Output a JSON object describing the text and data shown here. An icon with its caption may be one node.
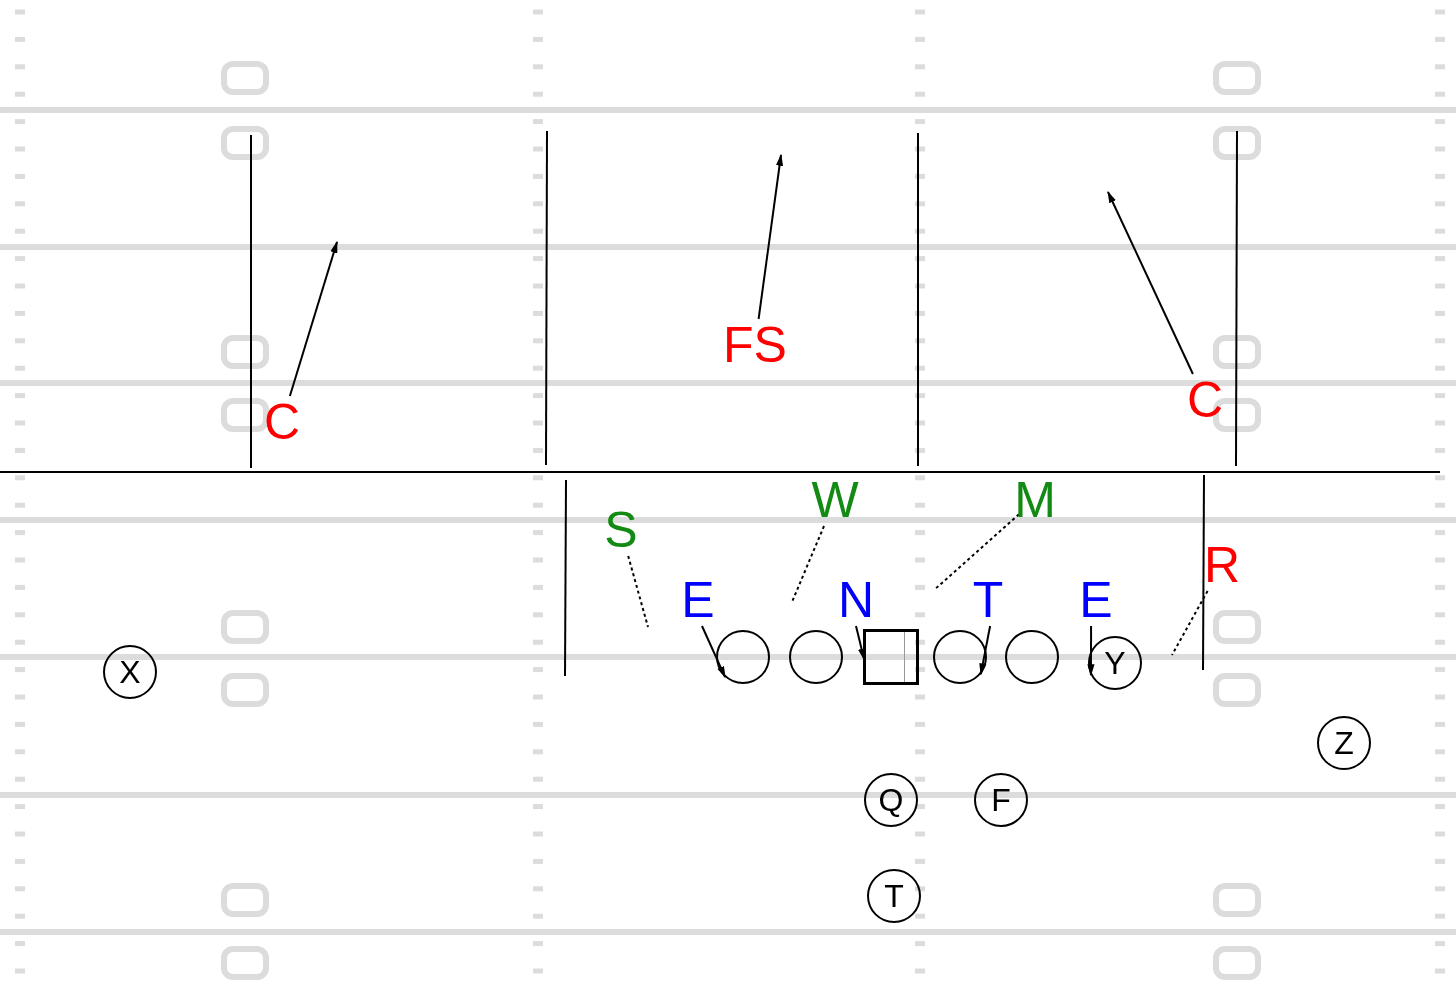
{
  "diagram": {
    "nodes": [
      {
        "text": [
          "C"
        ]
      },
      {
        "text": [
          "FS"
        ]
      },
      {
        "text": [
          "C"
        ]
      },
      {
        "text": [
          "S"
        ]
      },
      {
        "text": [
          "W"
        ]
      },
      {
        "text": [
          "M"
        ]
      },
      {
        "text": [
          "R"
        ]
      },
      {
        "text": [
          "E"
        ]
      },
      {
        "text": [
          "N"
        ]
      },
      {
        "text": [
          "T"
        ]
      },
      {
        "text": [
          "E"
        ]
      },
      {
        "text": [
          "X"
        ]
      },
      {
        "text": [],
        "shape": "circle"
      },
      {
        "text": [],
        "shape": "circle"
      },
      {
        "text": [],
        "shape": "box"
      },
      {
        "text": [],
        "shape": "circle"
      },
      {
        "text": [],
        "shape": "circle"
      },
      {
        "text": [
          "Y"
        ]
      },
      {
        "text": [
          "Z"
        ]
      },
      {
        "text": [
          "Q"
        ]
      },
      {
        "text": [
          "F"
        ]
      },
      {
        "text": [
          "T"
        ]
      }
    ],
    "edges": [
      {
        "from": 0,
        "to": null,
        "arrow": "to"
      },
      {
        "from": 1,
        "to": null,
        "arrow": "to"
      },
      {
        "from": 2,
        "to": null,
        "arrow": "to"
      },
      {
        "from": 3,
        "to": null,
        "arrow": "none",
        "style": "dashed"
      },
      {
        "from": 4,
        "to": null,
        "arrow": "none",
        "style": "dashed"
      },
      {
        "from": 5,
        "to": null,
        "arrow": "none",
        "style": "dashed"
      },
      {
        "from": 6,
        "to": null,
        "arrow": "none",
        "style": "dashed"
      },
      {
        "from": 7,
        "to": 12,
        "arrow": "to"
      },
      {
        "from": 8,
        "to": 14,
        "arrow": "to"
      },
      {
        "from": 9,
        "to": 15,
        "arrow": "to"
      },
      {
        "from": 10,
        "to": 17,
        "arrow": "to"
      }
    ]
  }
}
